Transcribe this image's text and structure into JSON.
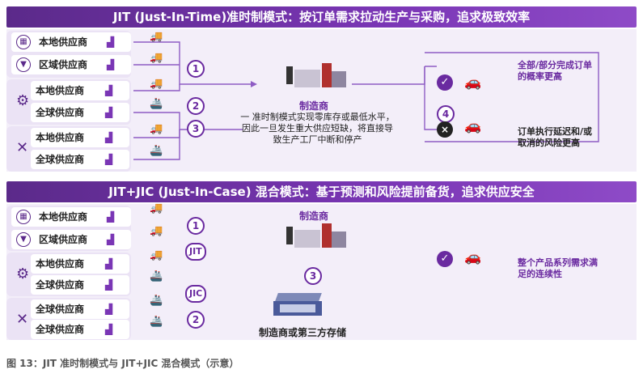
{
  "jit": {
    "title": "JIT (Just-In-Time)准时制模式：按订单需求拉动生产与采购，追求极致效率",
    "suppliers": [
      "本地供应商",
      "区域供应商",
      "本地供应商",
      "全球供应商",
      "本地供应商",
      "全球供应商"
    ],
    "badges": [
      "1",
      "2",
      "3",
      "4"
    ],
    "manufacturer": {
      "label": "制造商",
      "description": [
        "一 准时制模式实现零库存或最低水平，",
        "因此一旦发生重大供应短缺，将直接导",
        "致生产工厂中断和停产"
      ]
    },
    "outcome_good": [
      "全部/部分完成订单",
      "的概率更高"
    ],
    "outcome_bad": [
      "订单执行延迟和/或",
      "取消的风险更高"
    ]
  },
  "jic": {
    "title": "JIT+JIC (Just-In-Case) 混合模式：基于预测和风险提前备货，追求供应安全",
    "suppliers": [
      "本地供应商",
      "区域供应商",
      "本地供应商",
      "全球供应商",
      "全球供应商",
      "全球供应商"
    ],
    "badges": [
      "1",
      "2",
      "3"
    ],
    "tags": [
      "JIT",
      "JIC"
    ],
    "manufacturer_label": "制造商",
    "warehouse_label": "制造商或第三方存储",
    "outcome": [
      "整个产品系列需求满",
      "足的连续性"
    ]
  },
  "caption": "图 13：JIT 准时制模式与 JIT+JIC 混合模式（示意）",
  "icons": {
    "supplier_local": "factory-icon",
    "supplier_regional": "location-pin-icon",
    "truck": "truck-icon",
    "ship": "ship-icon",
    "car": "car-icon",
    "check": "check-icon",
    "cross": "cross-icon",
    "gear": "gear-icon",
    "tools": "tools-icon"
  },
  "colors": {
    "accent": "#6a2aa0",
    "banner": "#5b2a8a",
    "panel": "#f3eef9"
  }
}
